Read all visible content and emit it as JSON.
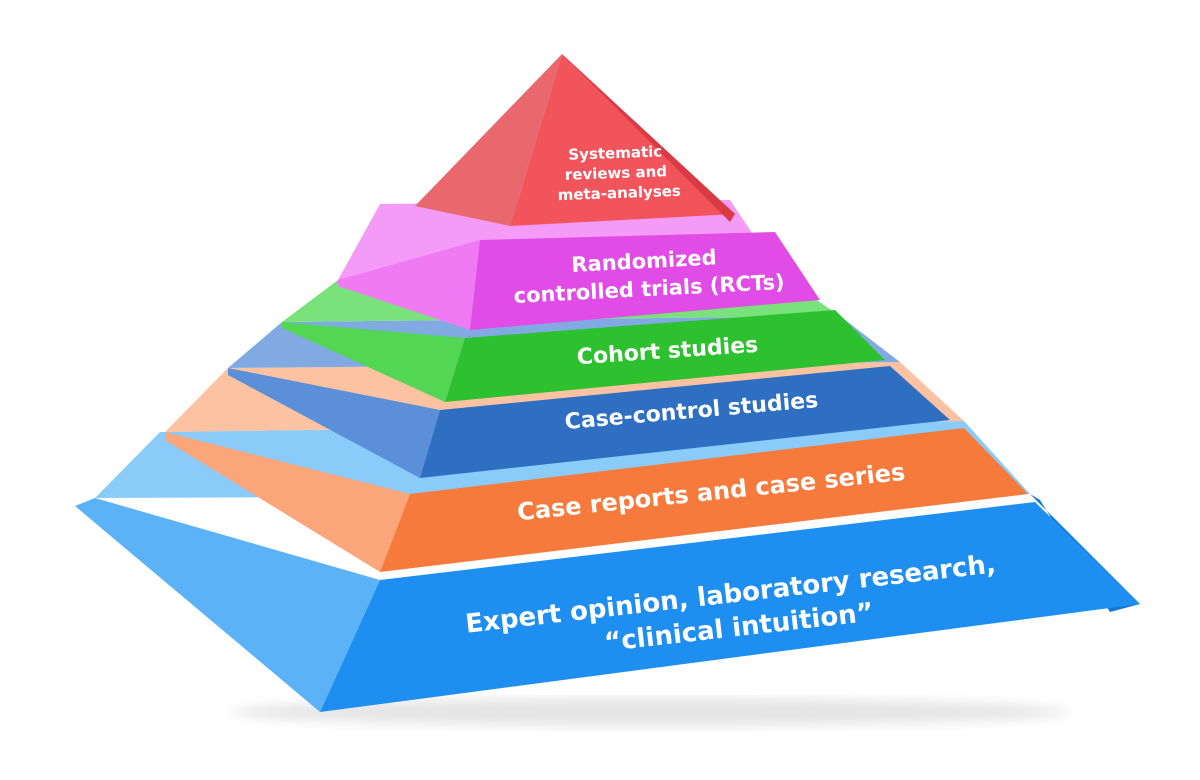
{
  "pyramid": {
    "tiers": [
      {
        "key": "systematic-reviews",
        "lines": [
          "Systematic",
          "reviews and",
          "meta-analyses"
        ],
        "colors": {
          "front": "#F2545C",
          "top": "#F7868C",
          "left": "#E8686E",
          "right": "#D93A44"
        }
      },
      {
        "key": "randomized-trials",
        "lines": [
          "Randomized",
          "controlled trials (RCTs)"
        ],
        "colors": {
          "front": "#E24CE6",
          "top": "#F39BF6",
          "left": "#F07AF3",
          "right": "#C935CD"
        }
      },
      {
        "key": "cohort-studies",
        "lines": [
          "Cohort studies"
        ],
        "colors": {
          "front": "#2DC12F",
          "top": "#7AE27B",
          "left": "#53D654",
          "right": "#1FA221"
        }
      },
      {
        "key": "case-control-studies",
        "lines": [
          "Case-control studies"
        ],
        "colors": {
          "front": "#2E6FC2",
          "top": "#82AAE2",
          "left": "#5B8FD8",
          "right": "#1F58A8"
        }
      },
      {
        "key": "case-reports",
        "lines": [
          "Case reports and case series"
        ],
        "colors": {
          "front": "#F67A3C",
          "top": "#FCC2A2",
          "left": "#FBA57B",
          "right": "#E8652B"
        }
      },
      {
        "key": "expert-opinion",
        "lines": [
          "Expert opinion, laboratory research,",
          "“clinical intuition”"
        ],
        "colors": {
          "front": "#1E8FF0",
          "top": "#8ACBFA",
          "left": "#5BB2F6",
          "right": "#1177DA"
        }
      }
    ]
  }
}
